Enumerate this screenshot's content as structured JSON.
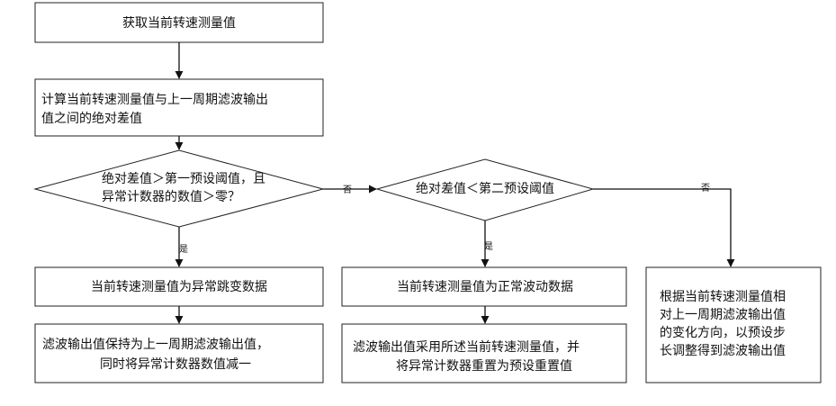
{
  "nodes": {
    "get_speed": {
      "lines": [
        "获取当前转速测量值"
      ]
    },
    "calc_diff": {
      "lines": [
        "计算当前转速测量值与上一周期滤波输出",
        "值之间的绝对差值"
      ]
    },
    "decision1": {
      "lines": [
        "绝对差值＞第一预设阈值，且",
        "异常计数器的数值＞零？"
      ]
    },
    "decision2": {
      "lines": [
        "绝对差值＜第二预设阈值"
      ]
    },
    "abnormal_jump": {
      "lines": [
        "当前转速测量值为异常跳变数据"
      ]
    },
    "hold_output": {
      "lines": [
        "滤波输出值保持为上一周期滤波输出值，",
        "同时将异常计数器数值减一"
      ]
    },
    "normal_fluct": {
      "lines": [
        "当前转速测量值为正常波动数据"
      ]
    },
    "use_measured": {
      "lines": [
        "滤波输出值采用所述当前转速测量值，并",
        "将异常计数器重置为预设重置值"
      ]
    },
    "adjust_step": {
      "lines": [
        "根据当前转速测量值相",
        "对上一周期滤波输出值",
        "的变化方向，以预设步",
        "长调整得到滤波输出值"
      ]
    }
  },
  "edge_labels": {
    "d1_no": "否",
    "d1_yes": "是",
    "d2_yes": "是",
    "d2_no": "否"
  }
}
